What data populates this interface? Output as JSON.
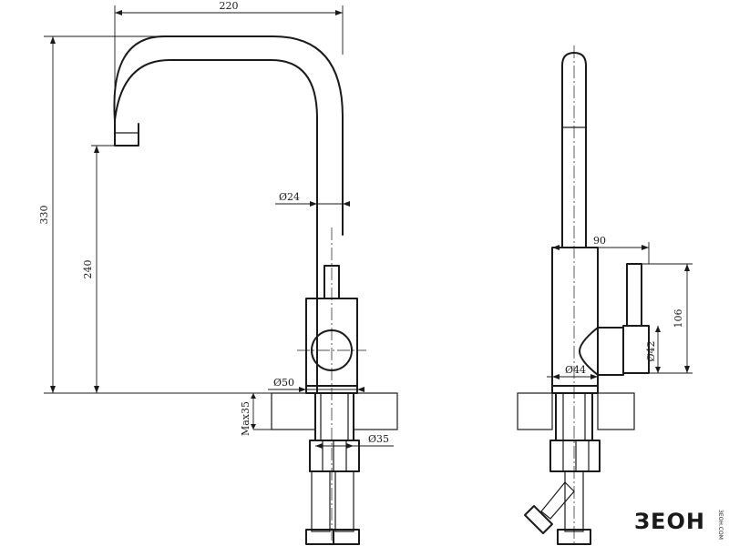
{
  "front_view": {
    "dim_width": "220",
    "dim_total_height": "330",
    "dim_spout_height": "240",
    "dim_tube_diameter": "Ø24",
    "dim_base_diameter": "Ø50",
    "dim_max_thickness": "Max35",
    "dim_thread_diameter": "Ø35"
  },
  "side_view": {
    "dim_handle_reach": "90",
    "dim_handle_height": "106",
    "dim_handle_diameter": "Ø42",
    "dim_body_diameter": "Ø44"
  },
  "brand": {
    "logo_text": "ЗЕОН",
    "logo_subtext": "ЗЕОН.СОМ"
  }
}
